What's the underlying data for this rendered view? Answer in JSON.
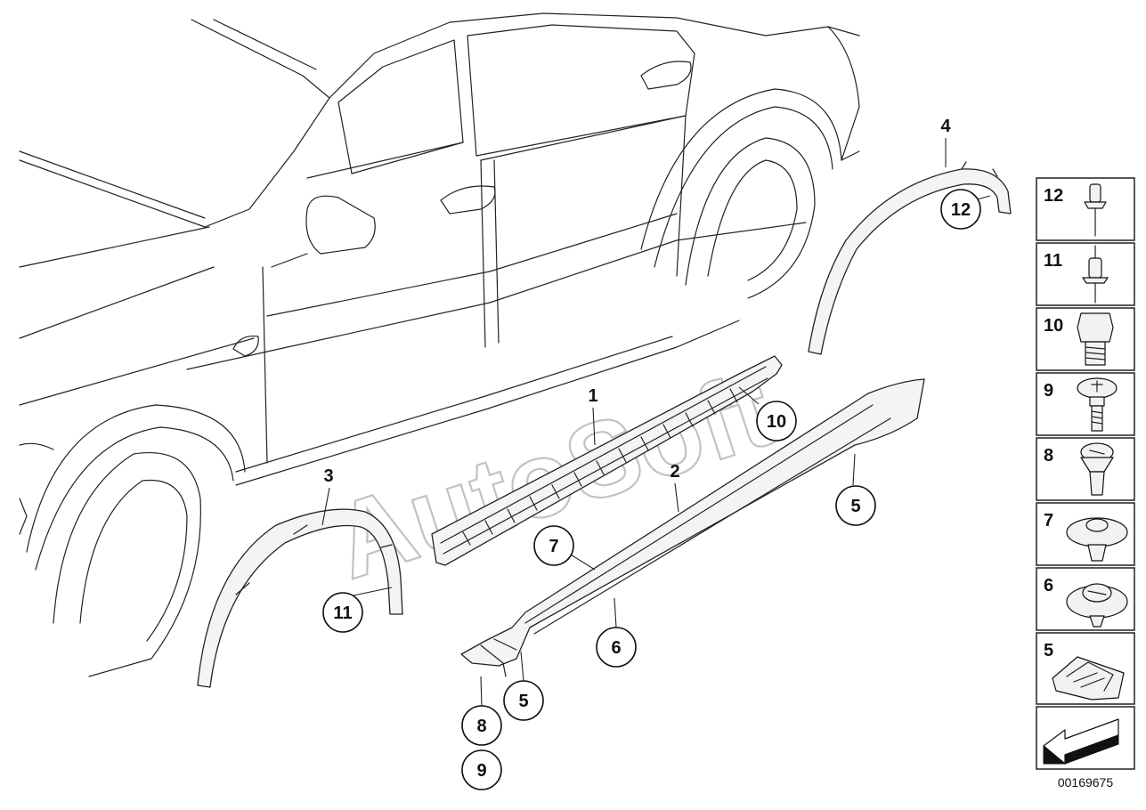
{
  "watermark": "AutoSoft",
  "reference_number": "00169675",
  "callouts": {
    "c1": "1",
    "c2": "2",
    "c3": "3",
    "c4": "4",
    "c5a": "5",
    "c5b": "5",
    "c6": "6",
    "c7": "7",
    "c8": "8",
    "c9": "9",
    "c10": "10",
    "c11": "11",
    "c12": "12"
  },
  "legend": [
    {
      "number": "12",
      "icon": "blind-rivet-icon"
    },
    {
      "number": "11",
      "icon": "expanding-rivet-icon"
    },
    {
      "number": "10",
      "icon": "hex-bolt-icon"
    },
    {
      "number": "9",
      "icon": "torx-screw-icon"
    },
    {
      "number": "8",
      "icon": "expanding-clip-icon"
    },
    {
      "number": "7",
      "icon": "trim-clip-icon"
    },
    {
      "number": "6",
      "icon": "plastic-nut-icon"
    },
    {
      "number": "5",
      "icon": "mounting-bracket-icon"
    },
    {
      "number": "",
      "icon": "forward-arrow-icon"
    }
  ]
}
